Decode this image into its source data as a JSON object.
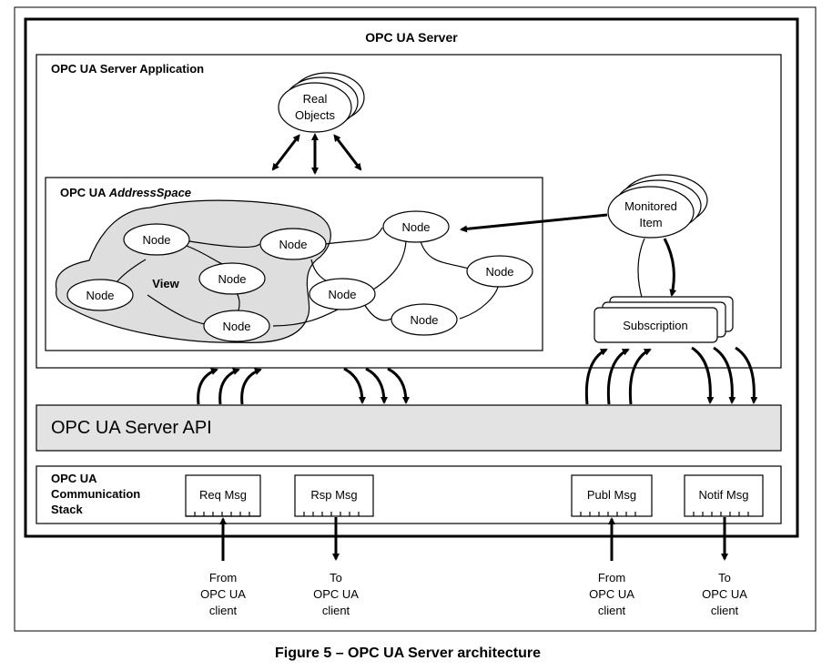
{
  "server_title": "OPC UA Server",
  "application_title": "OPC UA Server Application",
  "real_objects": [
    "Real",
    "Objects"
  ],
  "address_space": {
    "prefix": "OPC UA ",
    "italic": "AddressSpace"
  },
  "view_label": "View",
  "node_label": "Node",
  "monitored_item": [
    "Monitored",
    "Item"
  ],
  "subscription": "Subscription",
  "server_api": "OPC UA Server API",
  "comm_stack": [
    "OPC UA",
    "Communication",
    "Stack"
  ],
  "messages": {
    "req": "Req Msg",
    "rsp": "Rsp Msg",
    "publ": "Publ Msg",
    "notif": "Notif Msg"
  },
  "external": {
    "from_client_1": [
      "From",
      "OPC UA",
      "client"
    ],
    "to_client_1": [
      "To",
      "OPC UA",
      "client"
    ],
    "from_client_2": [
      "From",
      "OPC UA",
      "client"
    ],
    "to_client_2": [
      "To",
      "OPC UA",
      "client"
    ]
  },
  "caption": "Figure 5 – OPC UA Server architecture"
}
